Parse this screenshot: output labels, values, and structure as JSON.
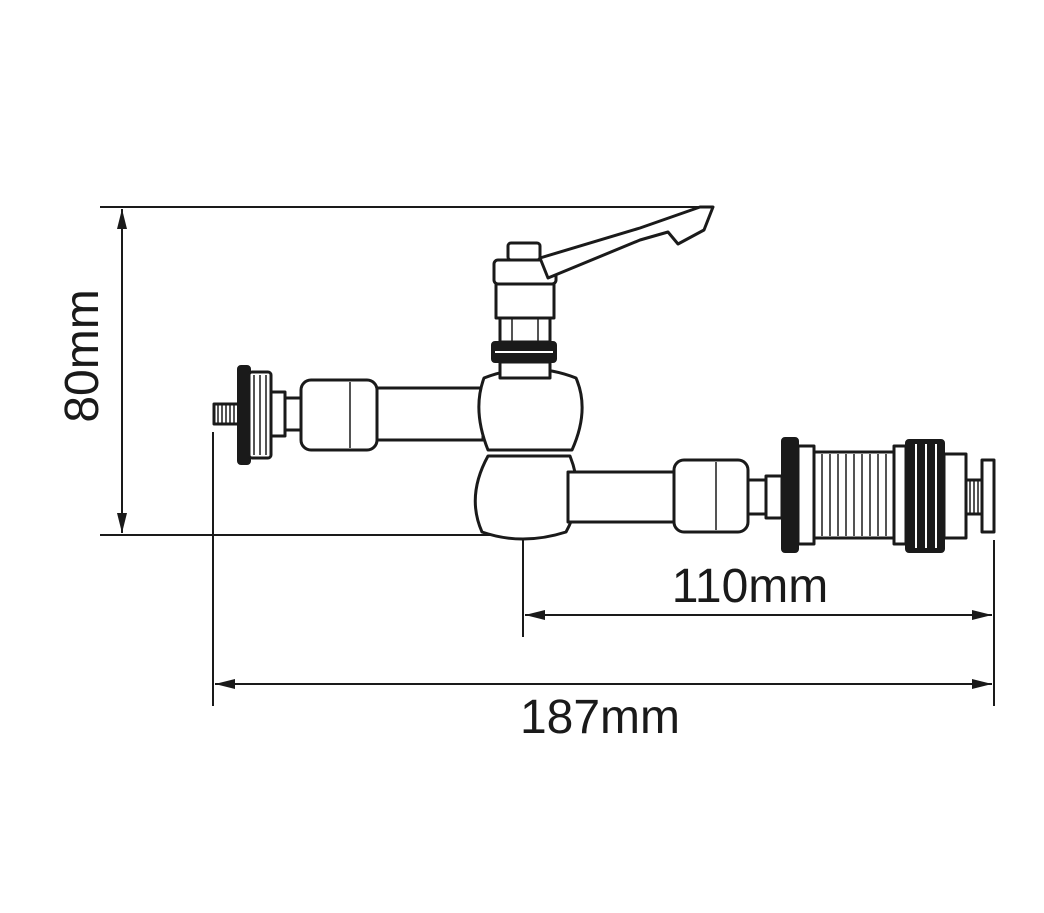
{
  "dimensions": {
    "height_label": "80mm",
    "offset_length_label": "110mm",
    "total_length_label": "187mm"
  },
  "colors": {
    "line": "#1a1a1a",
    "background": "#ffffff"
  }
}
